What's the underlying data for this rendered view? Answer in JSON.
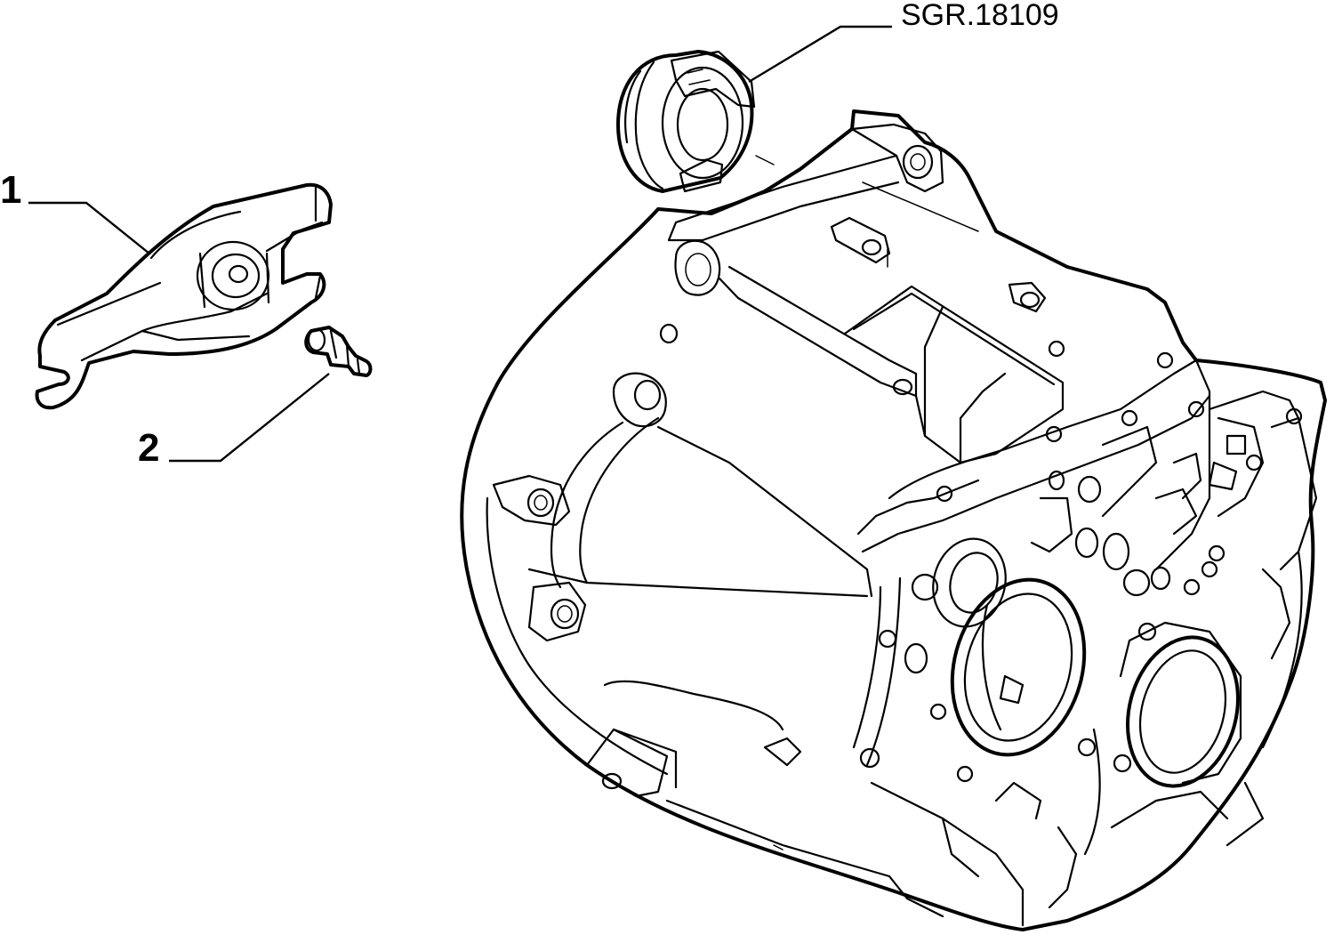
{
  "callouts": {
    "part_1": "1",
    "part_2": "2",
    "bearing_ref": "SGR.18109"
  }
}
